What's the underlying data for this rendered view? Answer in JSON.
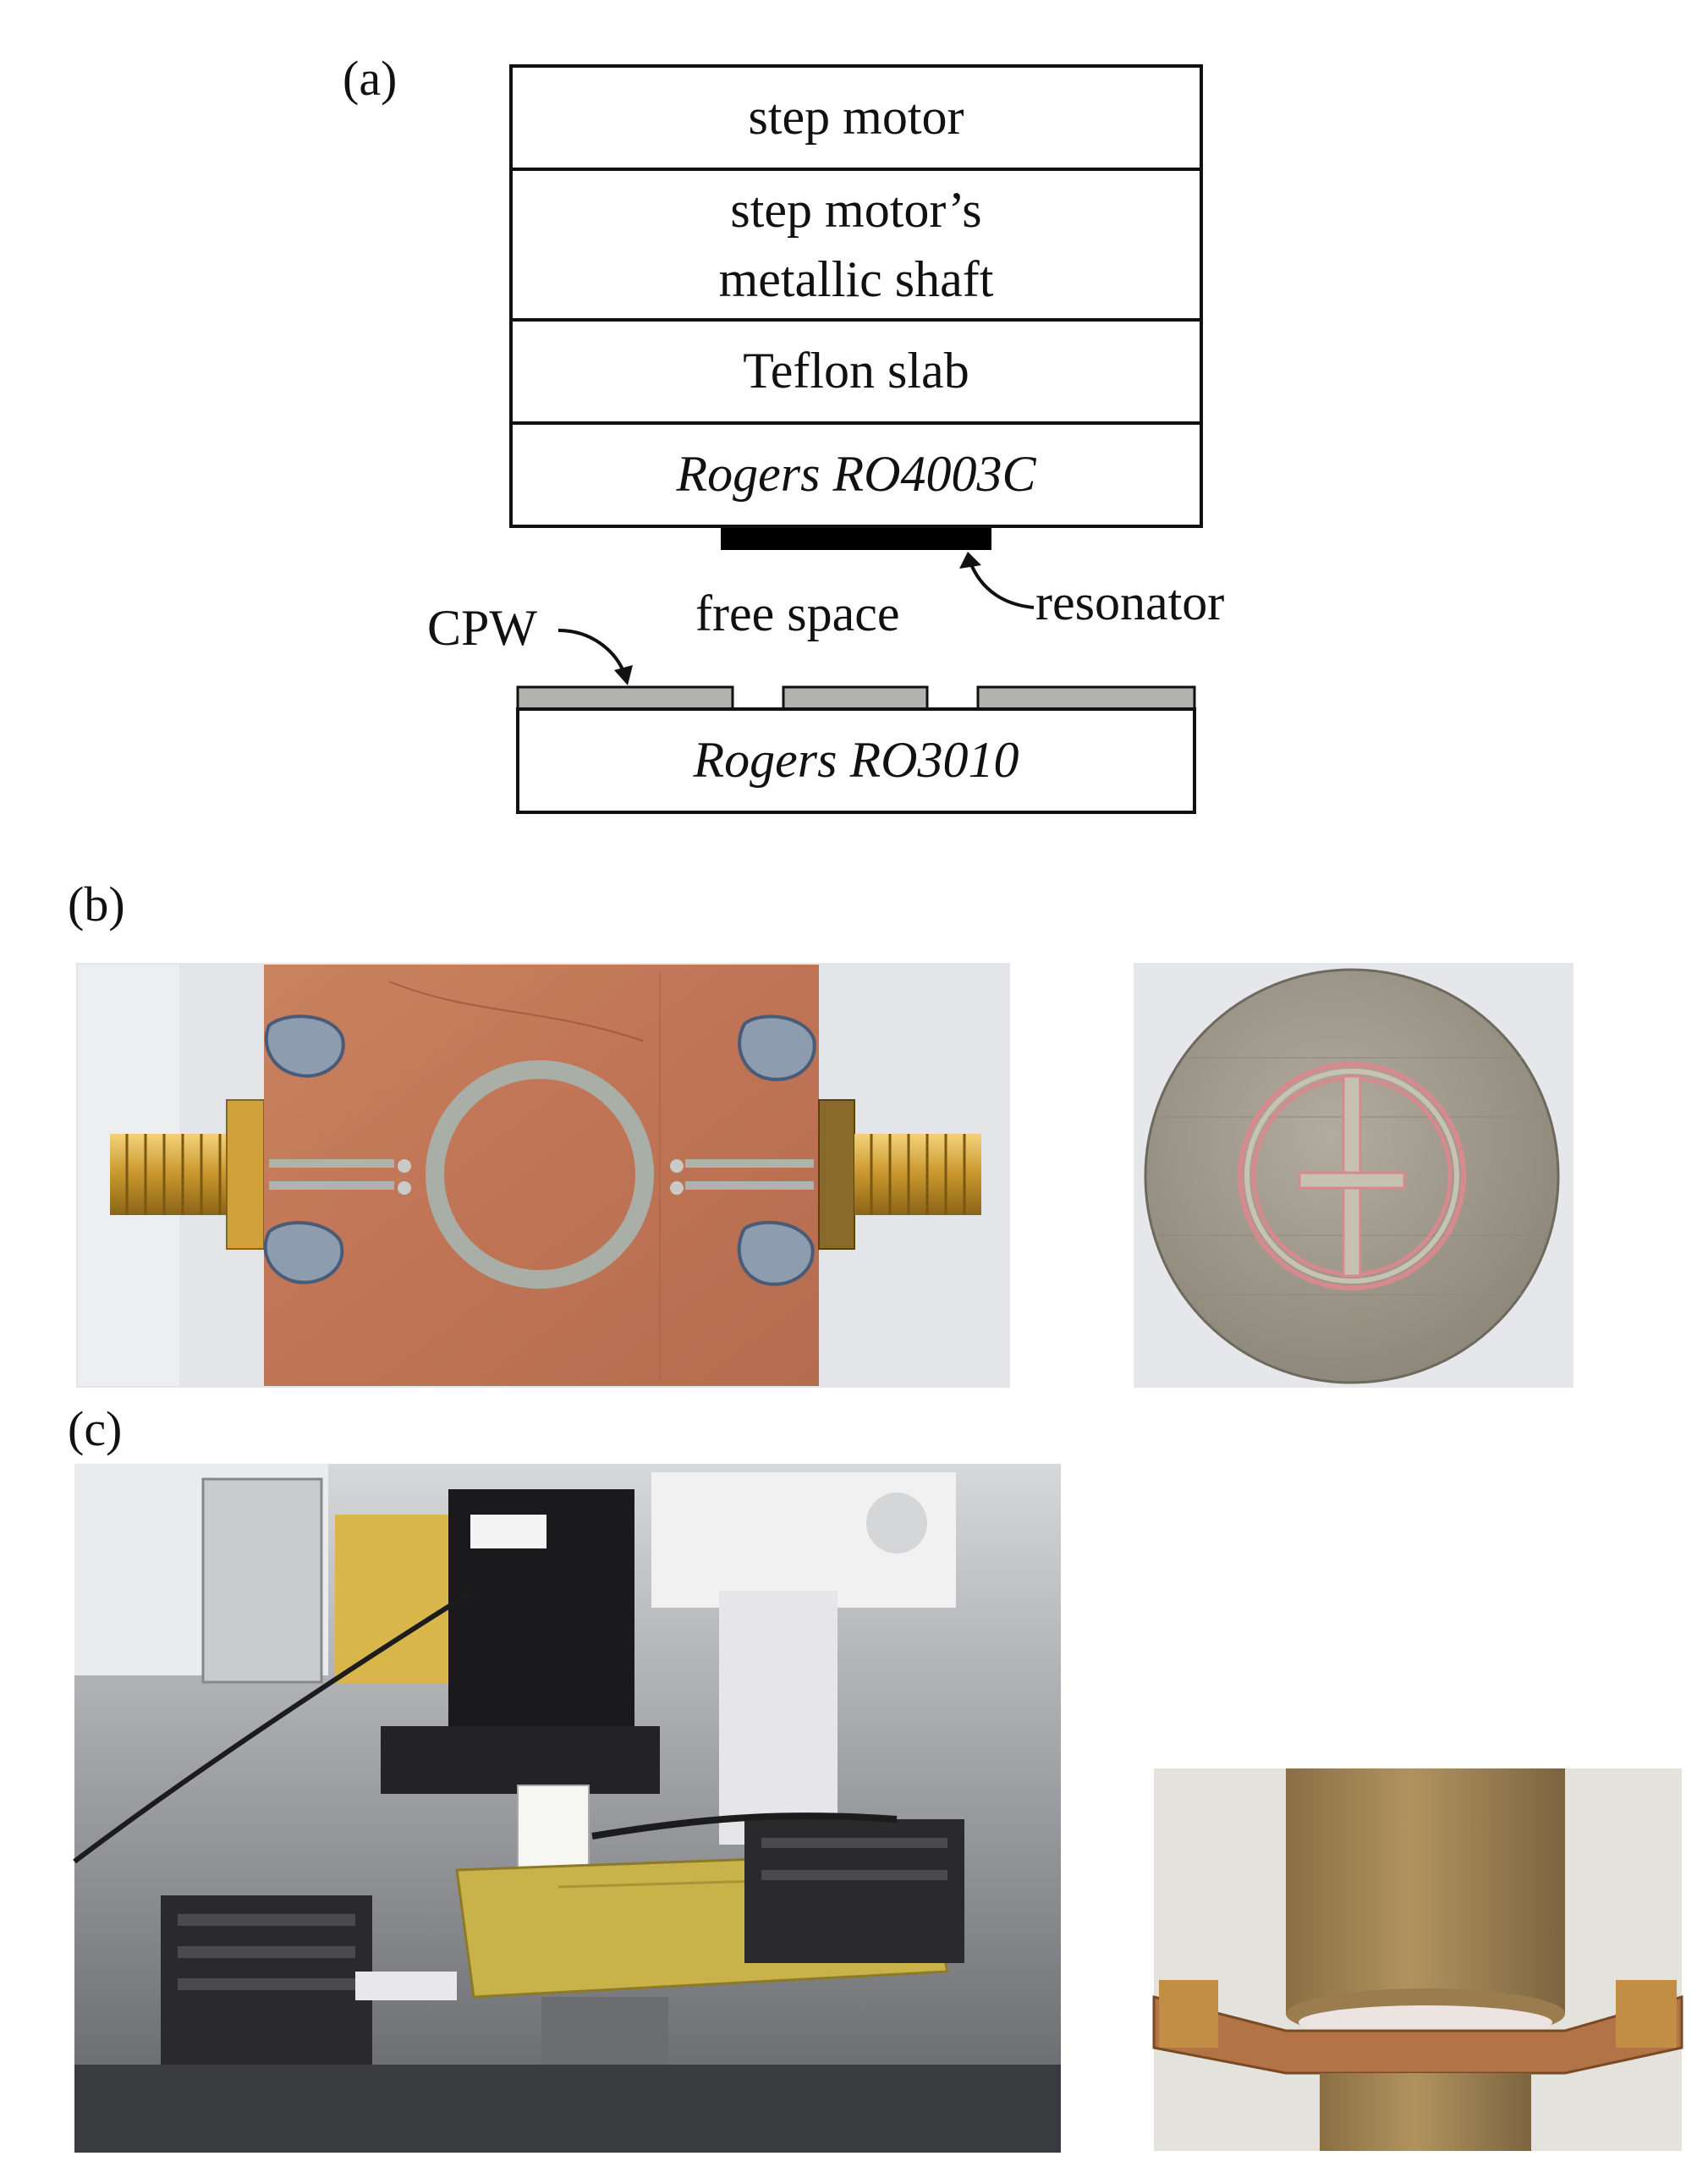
{
  "panel_labels": {
    "a": "(a)",
    "b": "(b)",
    "c": "(c)"
  },
  "stack_layers": [
    "step motor",
    "step motor’s",
    "metallic shaft",
    "Teflon slab",
    "Rogers RO4003C"
  ],
  "annotations": {
    "free_space": "free space",
    "resonator": "resonator",
    "cpw": "CPW",
    "substrate": "Rogers RO3010"
  },
  "colors": {
    "copper_board": "#c27a5a",
    "cpw_strip": "#aeb0ae",
    "gold_connector": "#d9a83a",
    "metal_disc": "#9c9689",
    "resonator_trace": "#d98f92",
    "test_bench": "#2b2b2d",
    "fr4_board": "#c9b24a",
    "teflon_cylinder": "#a68a58"
  },
  "icons": {
    "device_photo": "cpw-device-photo",
    "resonator_photo": "circular-resonator-photo",
    "setup_photo": "measurement-setup-photo",
    "closeup_photo": "shaft-closeup-photo"
  }
}
